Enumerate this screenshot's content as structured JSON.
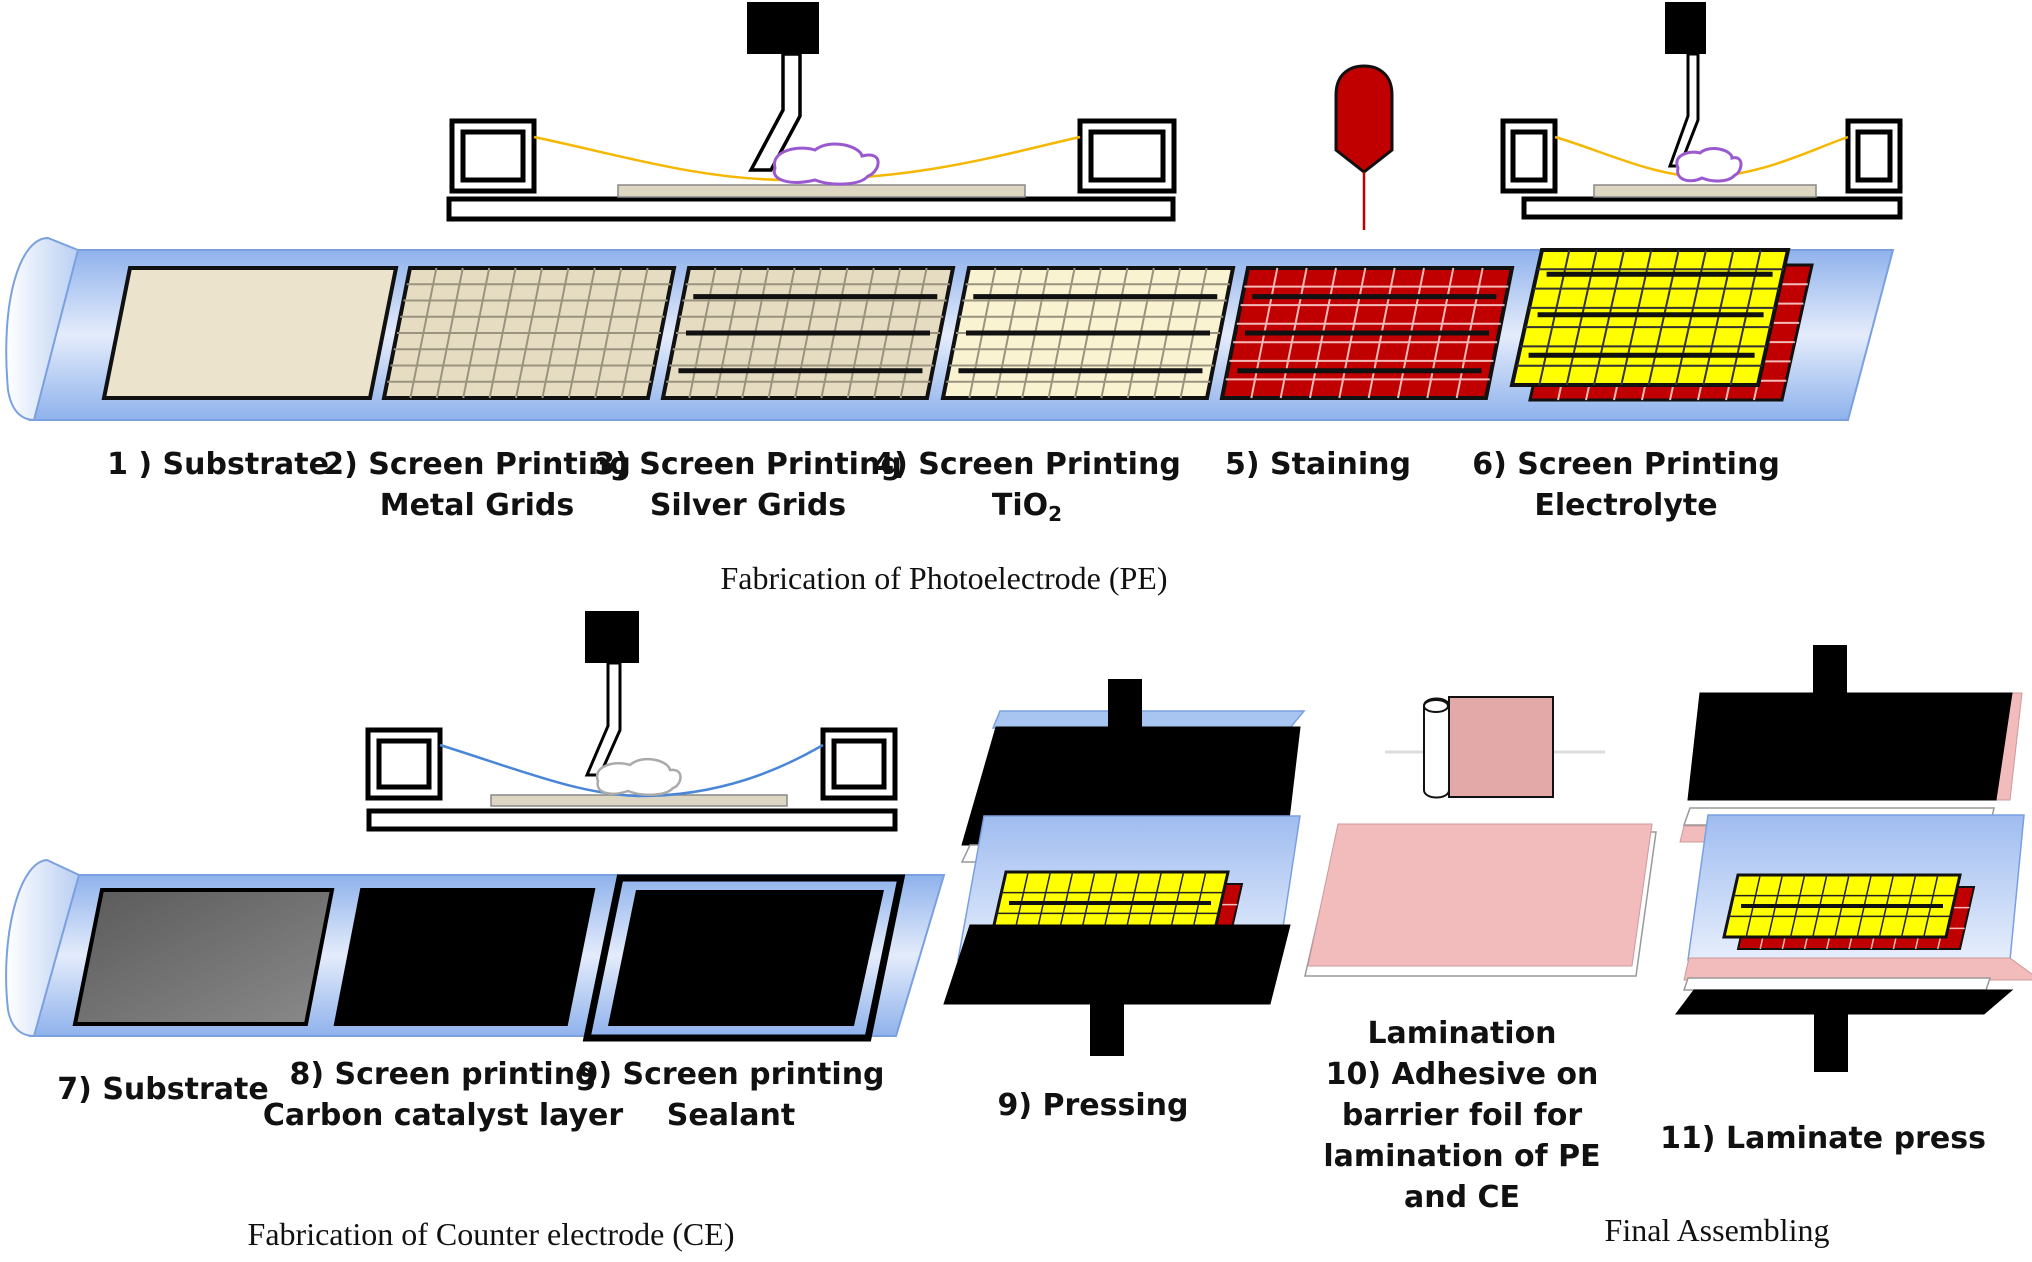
{
  "pe": {
    "caption": "Fabrication of Photoelectrode (PE)",
    "steps": [
      {
        "line1": "1 ) Substrate",
        "line2": ""
      },
      {
        "line1": "2) Screen Printing",
        "line2": "Metal Grids"
      },
      {
        "line1": "3) Screen Printing",
        "line2": "Silver Grids"
      },
      {
        "line1": "4) Screen Printing",
        "line2": "TiO",
        "line2_sub": "2"
      },
      {
        "line1": "5) Staining",
        "line2": ""
      },
      {
        "line1": "6) Screen Printing",
        "line2": "Electrolyte"
      }
    ]
  },
  "ce": {
    "caption": "Fabrication of Counter electrode (CE)",
    "steps": [
      {
        "line1": "7) Substrate",
        "line2": ""
      },
      {
        "line1": "8) Screen printing",
        "line2": "Carbon catalyst layer"
      },
      {
        "line1": "9) Screen printing",
        "line2": "Sealant"
      }
    ]
  },
  "assembly": {
    "caption": "Final Assembling",
    "pressing": "9) Pressing",
    "lamination": [
      "Lamination",
      "10) Adhesive  on",
      "barrier foil for",
      "lamination of PE",
      "and CE"
    ],
    "laminate_press": "11) Laminate press"
  },
  "colors": {
    "web_blue": "#a8c4f0",
    "substrate_beige": "#ece3cc",
    "grid_beige": "#e6dcc2",
    "tio2_cream": "#faf3d2",
    "dye_red": "#c00000",
    "electrolyte_yellow": "#ffff00",
    "carbon_black": "#000000",
    "substrate_gray": "#707070",
    "foil_pink": "#f2bcbc",
    "roll_pink": "#e3a8a8",
    "squeegee_wire_pe": "#f5b700",
    "squeegee_wire_ce": "#4a86d8",
    "paste_purple": "#9b59d0"
  }
}
